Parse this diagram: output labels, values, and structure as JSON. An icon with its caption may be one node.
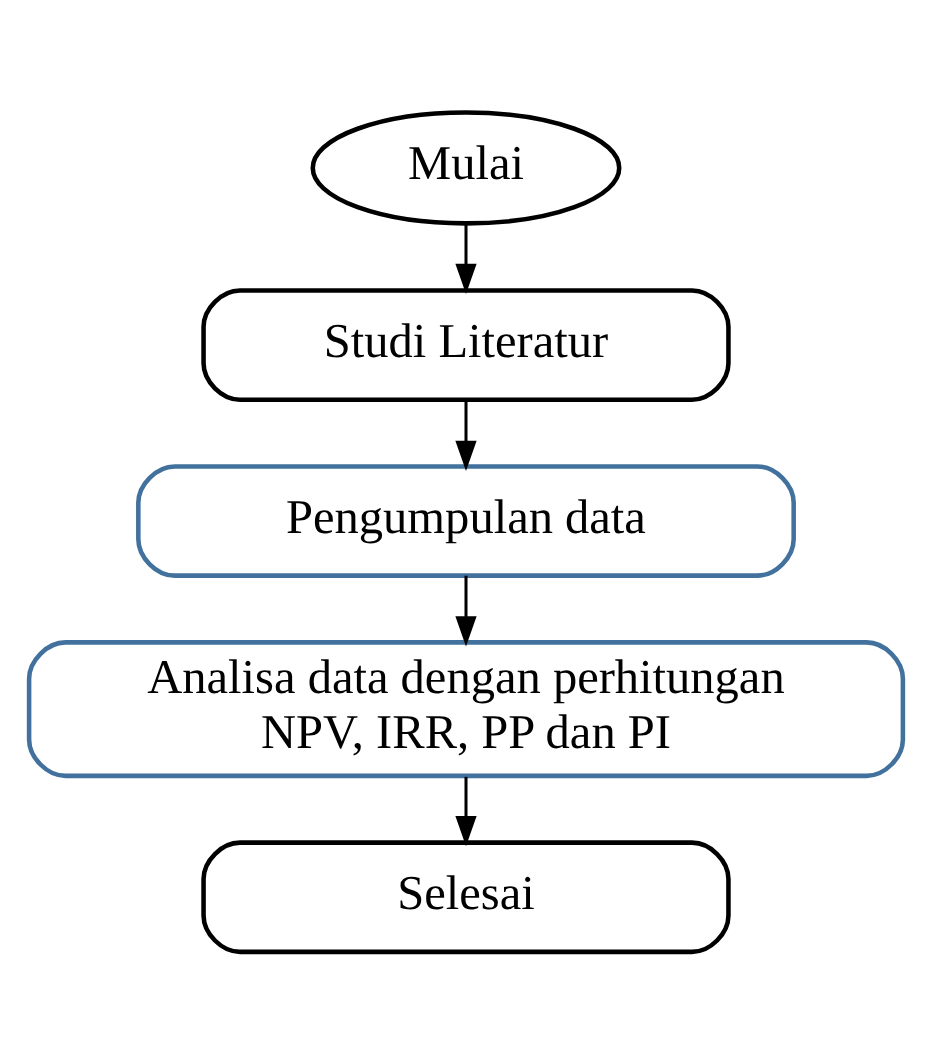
{
  "diagram": {
    "nodes": [
      {
        "text": [
          "Mulai"
        ]
      },
      {
        "text": [
          "Studi Literatur"
        ]
      },
      {
        "text": [
          "Pengumpulan data"
        ]
      },
      {
        "text": [
          "Analisa data dengan perhitungan NPV, IRR, PP dan PI"
        ]
      },
      {
        "text": [
          "Selesai"
        ]
      }
    ],
    "edges": [
      {
        "from": 0,
        "to": 1,
        "arrow": "to"
      },
      {
        "from": 1,
        "to": 2,
        "arrow": "to"
      },
      {
        "from": 2,
        "to": 3,
        "arrow": "to"
      },
      {
        "from": 3,
        "to": 4,
        "arrow": "to"
      }
    ]
  }
}
